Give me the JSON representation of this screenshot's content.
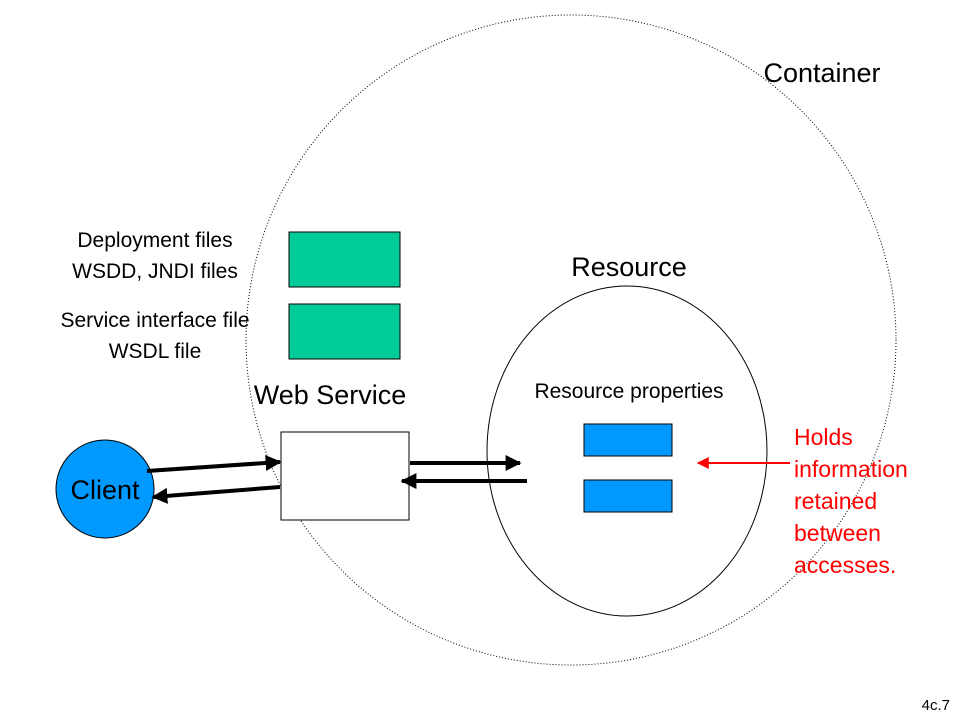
{
  "slide": {
    "container_label": "Container",
    "resource_label": "Resource",
    "resource_properties_label": "Resource properties",
    "deployment_files_line1": "Deployment files",
    "deployment_files_line2": "WSDD, JNDI files",
    "service_interface_line1": "Service interface file",
    "service_interface_line2": "WSDL file",
    "web_service_label": "Web Service",
    "client_label": "Client",
    "note_lines": [
      "Holds",
      "information",
      "retained",
      "between",
      "accesses."
    ],
    "slide_number": "4c.7"
  },
  "colors": {
    "file_box": "#00cc99",
    "property_box": "#0099ff",
    "client": "#0099ff",
    "note": "#ff0000",
    "outline": "#000000"
  },
  "icons": {
    "arrow": "arrow-icon"
  }
}
